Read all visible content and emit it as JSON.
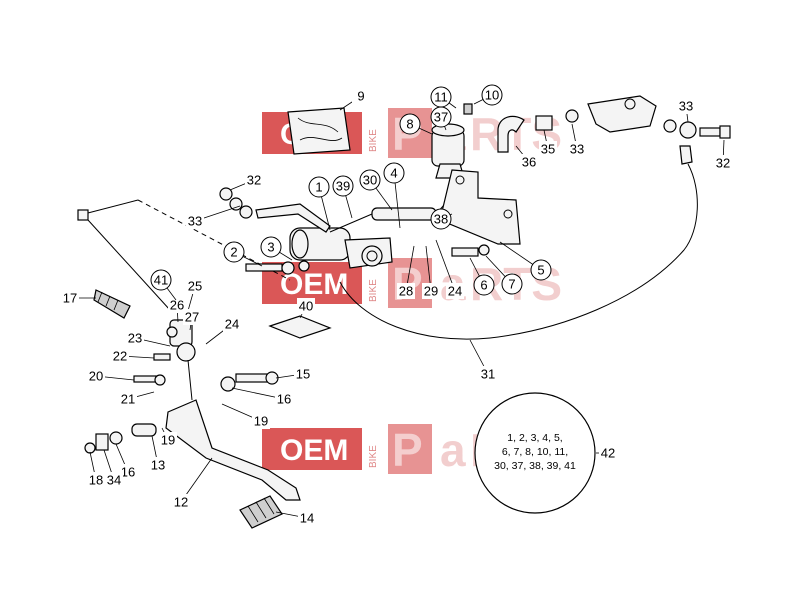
{
  "colors": {
    "watermark_red": "#d33a3a",
    "ink": "#000000",
    "background": "#ffffff"
  },
  "watermark": {
    "oem": "OEM",
    "bike": "BIKE",
    "parts_p": "P",
    "parts_a": "a",
    "parts_rts": "RTS"
  },
  "callouts": [
    {
      "id": "c1",
      "text": "1",
      "circled": true
    },
    {
      "id": "c2",
      "text": "2",
      "circled": true
    },
    {
      "id": "c3",
      "text": "3",
      "circled": true
    },
    {
      "id": "c4",
      "text": "4",
      "circled": true
    },
    {
      "id": "c5",
      "text": "5",
      "circled": true
    },
    {
      "id": "c6",
      "text": "6",
      "circled": true
    },
    {
      "id": "c7",
      "text": "7",
      "circled": true
    },
    {
      "id": "c8",
      "text": "8",
      "circled": true
    },
    {
      "id": "c9",
      "text": "9",
      "circled": false
    },
    {
      "id": "c10",
      "text": "10",
      "circled": true
    },
    {
      "id": "c11",
      "text": "11",
      "circled": true
    },
    {
      "id": "c12",
      "text": "12",
      "circled": false
    },
    {
      "id": "c13",
      "text": "13",
      "circled": false
    },
    {
      "id": "c14",
      "text": "14",
      "circled": false
    },
    {
      "id": "c15",
      "text": "15",
      "circled": false
    },
    {
      "id": "c16a",
      "text": "16",
      "circled": false
    },
    {
      "id": "c16b",
      "text": "16",
      "circled": false
    },
    {
      "id": "c17",
      "text": "17",
      "circled": false
    },
    {
      "id": "c18",
      "text": "18",
      "circled": false
    },
    {
      "id": "c19a",
      "text": "19",
      "circled": false
    },
    {
      "id": "c19b",
      "text": "19",
      "circled": false
    },
    {
      "id": "c20",
      "text": "20",
      "circled": false
    },
    {
      "id": "c21",
      "text": "21",
      "circled": false
    },
    {
      "id": "c22",
      "text": "22",
      "circled": false
    },
    {
      "id": "c23",
      "text": "23",
      "circled": false
    },
    {
      "id": "c24a",
      "text": "24",
      "circled": false
    },
    {
      "id": "c24b",
      "text": "24",
      "circled": false
    },
    {
      "id": "c25",
      "text": "25",
      "circled": false
    },
    {
      "id": "c26",
      "text": "26",
      "circled": false
    },
    {
      "id": "c27",
      "text": "27",
      "circled": false
    },
    {
      "id": "c28",
      "text": "28",
      "circled": false
    },
    {
      "id": "c29",
      "text": "29",
      "circled": false
    },
    {
      "id": "c30",
      "text": "30",
      "circled": true
    },
    {
      "id": "c31",
      "text": "31",
      "circled": false
    },
    {
      "id": "c32a",
      "text": "32",
      "circled": false
    },
    {
      "id": "c32b",
      "text": "32",
      "circled": false
    },
    {
      "id": "c33a",
      "text": "33",
      "circled": false
    },
    {
      "id": "c33b",
      "text": "33",
      "circled": false
    },
    {
      "id": "c33c",
      "text": "33",
      "circled": false
    },
    {
      "id": "c34",
      "text": "34",
      "circled": false
    },
    {
      "id": "c35",
      "text": "35",
      "circled": false
    },
    {
      "id": "c36",
      "text": "36",
      "circled": false
    },
    {
      "id": "c37",
      "text": "37",
      "circled": true
    },
    {
      "id": "c38",
      "text": "38",
      "circled": true
    },
    {
      "id": "c39",
      "text": "39",
      "circled": true
    },
    {
      "id": "c40",
      "text": "40",
      "circled": false
    },
    {
      "id": "c41",
      "text": "41",
      "circled": true
    },
    {
      "id": "c42",
      "text": "42",
      "circled": false
    }
  ],
  "kit_note": {
    "line1": "1, 2, 3, 4, 5,",
    "line2": "6, 7, 8, 10, 11,",
    "line3": "30, 37, 38, 39, 41"
  }
}
